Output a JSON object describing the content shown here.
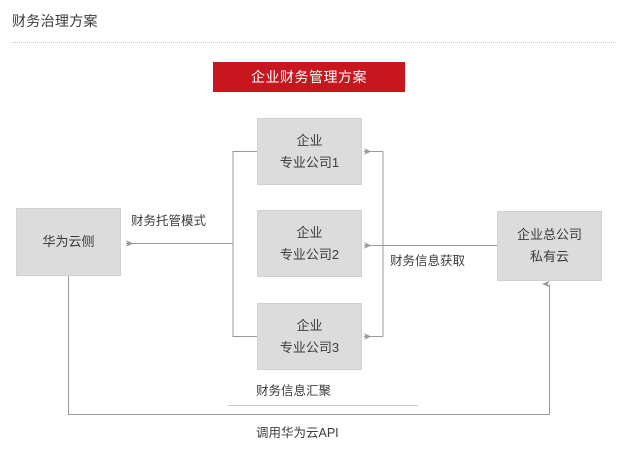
{
  "page": {
    "title": "财务治理方案",
    "banner": "企业财务管理方案",
    "accent_color": "#c7161d",
    "node_fill": "#dcdcdc",
    "wire_color": "#9a9a9a"
  },
  "nodes": {
    "huawei_cloud": {
      "line1": "华为云侧",
      "line2": ""
    },
    "sub1": {
      "line1": "企业",
      "line2": "专业公司1"
    },
    "sub2": {
      "line1": "企业",
      "line2": "专业公司2"
    },
    "sub3": {
      "line1": "企业",
      "line2": "专业公司3"
    },
    "headquarters": {
      "line1": "企业总公司",
      "line2": "私有云"
    }
  },
  "edges": {
    "trusteeship": "财务托管模式",
    "fetch_info": "财务信息获取",
    "gather_info": "财务信息汇聚",
    "call_api": "调用华为云API"
  }
}
